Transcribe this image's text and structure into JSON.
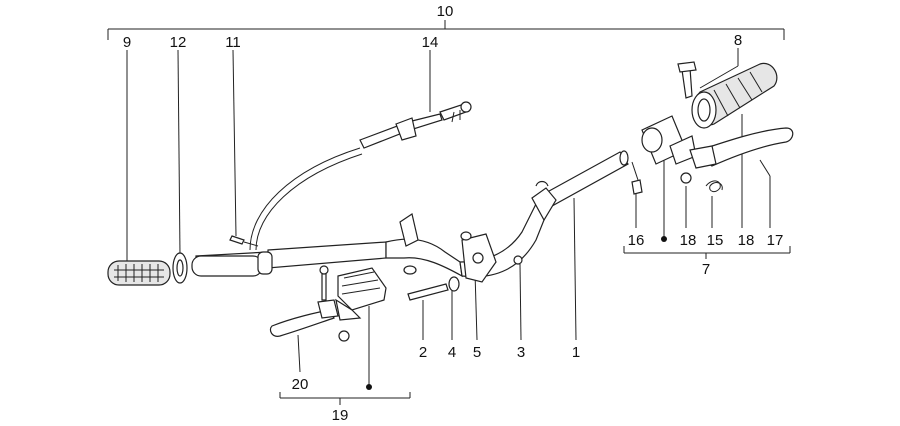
{
  "diagram": {
    "callouts": {
      "c1": "1",
      "c2": "2",
      "c3": "3",
      "c4": "4",
      "c5": "5",
      "c7": "7",
      "c8": "8",
      "c9": "9",
      "c10": "10",
      "c11": "11",
      "c12": "12",
      "c14": "14",
      "c15": "15",
      "c16": "16",
      "c17": "17",
      "c18a": "18",
      "c18b": "18",
      "c19": "19",
      "c20": "20"
    }
  }
}
